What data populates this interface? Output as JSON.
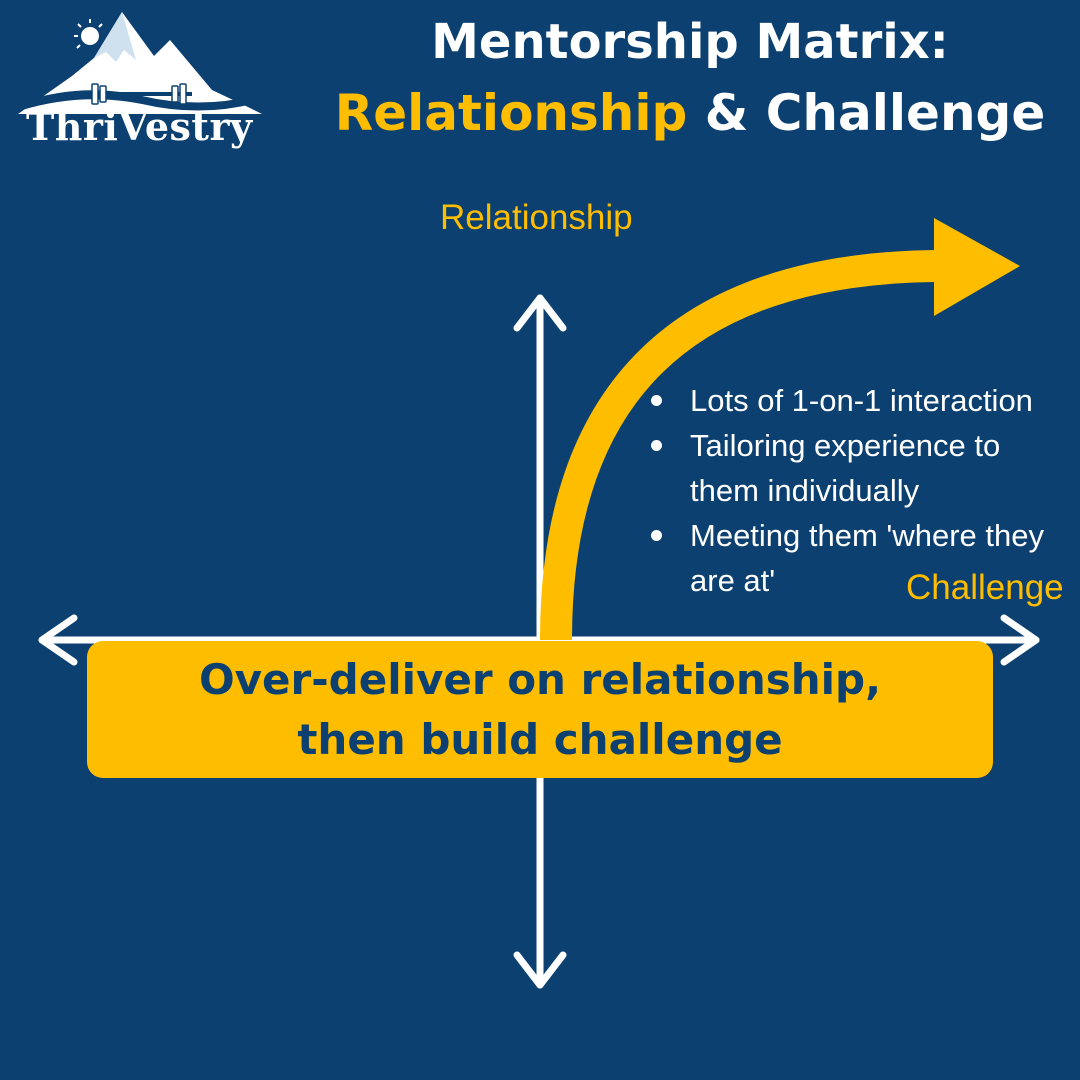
{
  "logo": {
    "brand_name": "ThriVestry"
  },
  "title": {
    "line1": "Mentorship Matrix:",
    "line2_accent": "Relationship",
    "line2_rest": " & Challenge"
  },
  "axes": {
    "y_label": "Relationship",
    "x_label": "Challenge"
  },
  "bullets": [
    "Lots of 1-on-1 interaction",
    "Tailoring experience to them individually",
    "Meeting them 'where they are at'"
  ],
  "callout": {
    "line1": "Over-deliver on relationship,",
    "line2": "then build challenge"
  },
  "colors": {
    "background": "#0b4070",
    "accent": "#ffbd00",
    "axis": "#ffffff"
  },
  "icons": {
    "logo_mountain": "mountain-icon",
    "logo_sun": "sun-icon",
    "logo_barbell": "barbell-icon",
    "curve_arrow": "curved-arrow-icon"
  }
}
